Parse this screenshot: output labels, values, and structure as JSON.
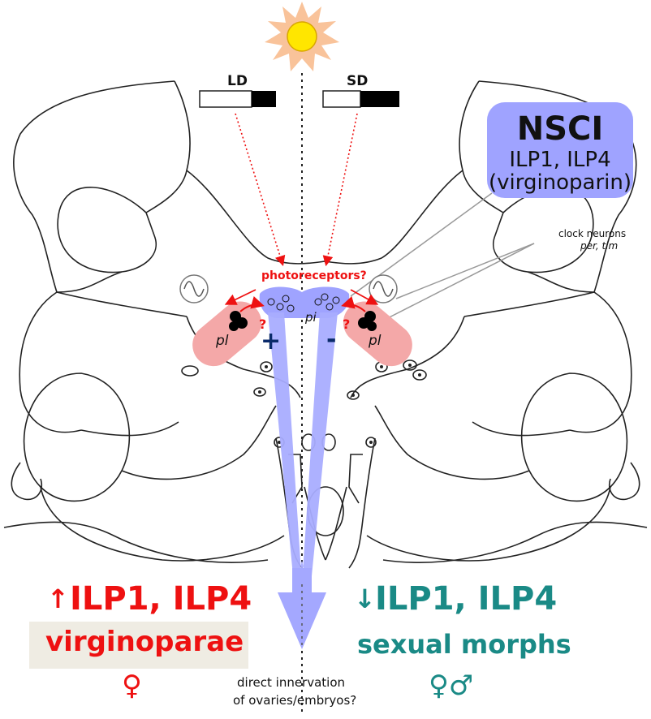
{
  "light_regimes": [
    {
      "label": "LD"
    },
    {
      "label": "SD"
    }
  ],
  "nsci": {
    "title": "NSCI",
    "line1": "ILP1, ILP4",
    "line2": "(virginoparin)"
  },
  "clock_neurons": {
    "line1": "clock neurons",
    "line2": "per, tim"
  },
  "photoreceptors_label": "photoreceptors?",
  "regions": {
    "pi": "pi",
    "pl_left": "pl",
    "pl_right": "pl"
  },
  "question_marks": [
    "?",
    "?"
  ],
  "signs": {
    "plus": "+",
    "minus": "-"
  },
  "left_outcome": {
    "arrow": "↑",
    "hormones": "ILP1, ILP4",
    "morph": "virginoparae",
    "symbol": "♀"
  },
  "right_outcome": {
    "arrow": "↓",
    "hormones": "ILP1, ILP4",
    "morph": "sexual morphs",
    "symbol": "♀♂"
  },
  "bottom_note": {
    "line1": "direct innervation",
    "line2": "of ovaries/embryos?"
  },
  "colors": {
    "red": "#ee1111",
    "teal": "#1a8a86",
    "blue_shade": "#9fa3ff",
    "pink": "#f4a8a8",
    "sun": "#ffe600",
    "sun_rays": "#f9c39a"
  }
}
